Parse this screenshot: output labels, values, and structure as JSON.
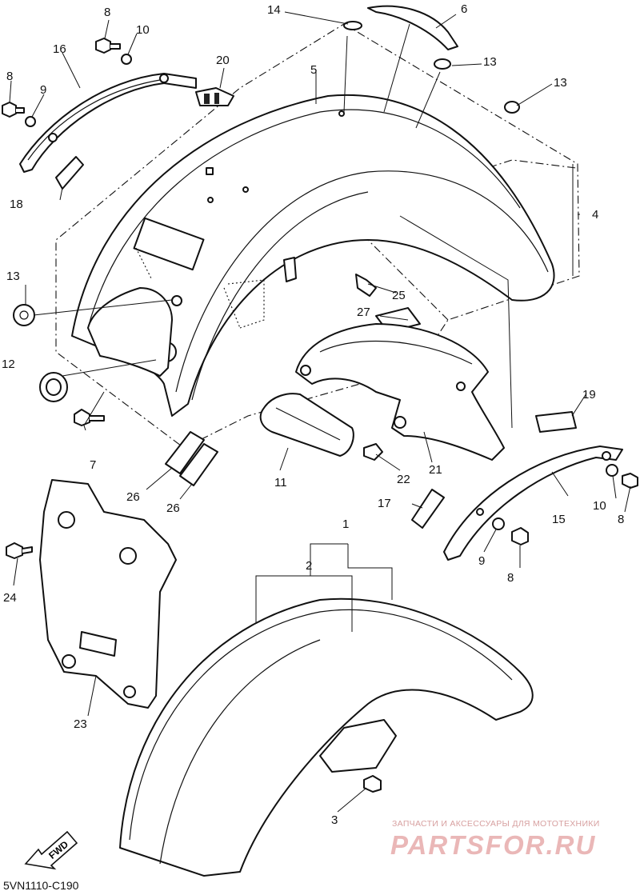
{
  "diagram": {
    "code": "5VN1110-C190",
    "fwd_label": "FWD",
    "watermark_line": "ЗАПЧАСТИ И АКСЕССУАРЫ ДЛЯ МОТОТЕХНИКИ",
    "watermark_brand": "PARTSFOR.RU",
    "callouts": {
      "c1": "1",
      "c2": "2",
      "c3": "3",
      "c4": "4",
      "c5": "5",
      "c6": "6",
      "c7": "7",
      "c8a": "8",
      "c8b": "8",
      "c8c": "8",
      "c8d": "8",
      "c9a": "9",
      "c9b": "9",
      "c10a": "10",
      "c10b": "10",
      "c11": "11",
      "c12": "12",
      "c13a": "13",
      "c13b": "13",
      "c13c": "13",
      "c14": "14",
      "c15": "15",
      "c16": "16",
      "c17": "17",
      "c18": "18",
      "c19": "19",
      "c20": "20",
      "c21": "21",
      "c22": "22",
      "c23": "23",
      "c24": "24",
      "c25": "25",
      "c26a": "26",
      "c26b": "26",
      "c27": "27"
    }
  }
}
